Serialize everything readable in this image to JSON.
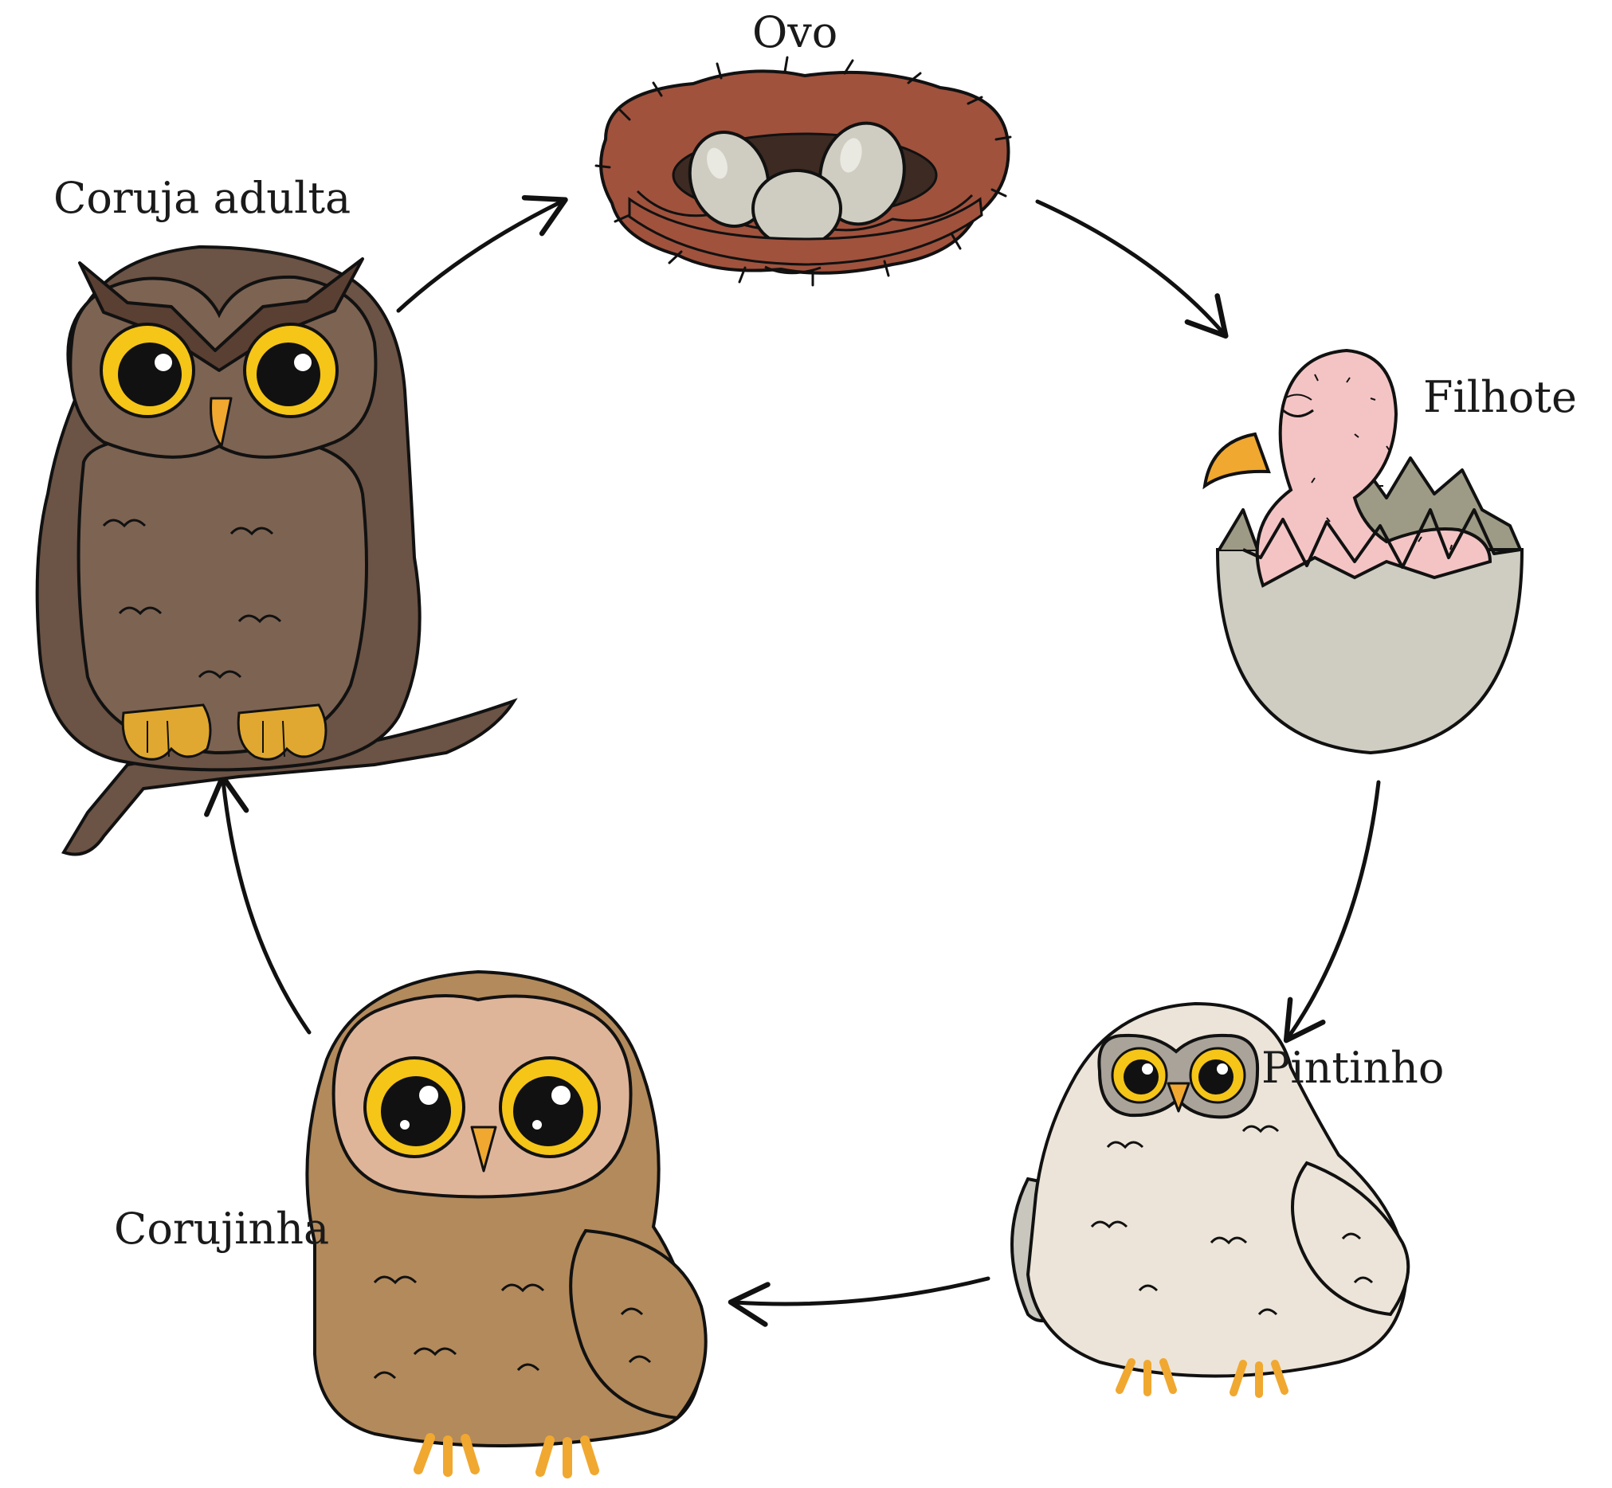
{
  "diagram": {
    "type": "life-cycle",
    "stages": [
      {
        "id": "ovo",
        "label": "Ovo",
        "icon": "nest-with-eggs-icon"
      },
      {
        "id": "filhote",
        "label": "Filhote",
        "icon": "hatchling-in-eggshell-icon"
      },
      {
        "id": "pintinho",
        "label": "Pintinho",
        "icon": "fluffy-white-owl-chick-icon"
      },
      {
        "id": "corujinha",
        "label": "Corujinha",
        "icon": "juvenile-brown-owl-icon"
      },
      {
        "id": "coruja_adulta",
        "label": "Coruja adulta",
        "icon": "adult-owl-on-branch-icon"
      }
    ],
    "connections": [
      {
        "from": "coruja_adulta",
        "to": "ovo"
      },
      {
        "from": "ovo",
        "to": "filhote"
      },
      {
        "from": "filhote",
        "to": "pintinho"
      },
      {
        "from": "pintinho",
        "to": "corujinha"
      },
      {
        "from": "corujinha",
        "to": "coruja_adulta"
      }
    ],
    "colors": {
      "nest": "#a0523d",
      "egg": "#cfcdc2",
      "hatchling": "#f4c4c4",
      "chick": "#ece4d8",
      "juvenile": "#b38a5c",
      "adult": "#7a6250",
      "eye": "#f5c518",
      "beak": "#f0a830"
    }
  }
}
